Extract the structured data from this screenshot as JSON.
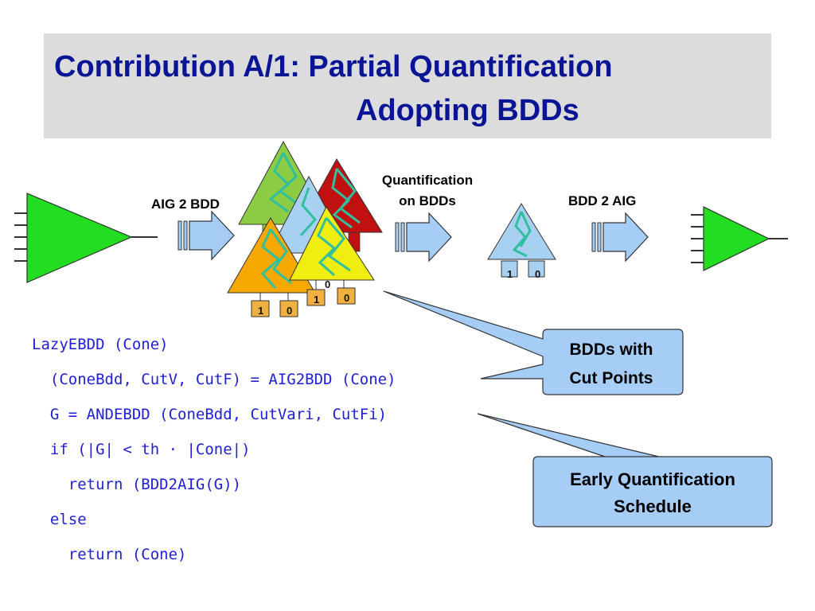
{
  "title": {
    "line1": "Contribution A/1: Partial Quantification",
    "line2": "Adopting BDDs"
  },
  "labels": {
    "aig2bdd": "AIG 2 BDD",
    "quant_line1": "Quantification",
    "quant_line2": "on BDDs",
    "bdd2aig": "BDD 2 AIG",
    "one": "1",
    "zero": "0"
  },
  "callouts": {
    "cut_points": {
      "line1": "BDDs with",
      "line2": "Cut Points"
    },
    "schedule": {
      "line1": "Early Quantification",
      "line2": "Schedule"
    }
  },
  "code": [
    "LazyEBDD (Cone)",
    "  (ConeBdd, CutV, CutF) = AIG2BDD (Cone)",
    "  G = ANDEBDD (ConeBdd, CutVari, CutFi)",
    "  if (|G| < th · |Cone|)",
    "    return (BDD2AIG(G))",
    "  else",
    "    return (Cone)"
  ],
  "colors": {
    "title_text": "#0a1596",
    "title_bg": "#dcdcdc",
    "code_text": "#2020d8",
    "aig_green": "#22dd22",
    "bdd_light_green": "#8ccc44",
    "bdd_red": "#c01010",
    "bdd_orange": "#f5a800",
    "bdd_yellow": "#f0ee10",
    "bdd_blue": "#a8d0f0",
    "arrow_blue": "#a6cdf5",
    "callout_fill": "#a6cdf5",
    "terminal_fill": "#f0b040",
    "edge_teal": "#30c0a0"
  }
}
